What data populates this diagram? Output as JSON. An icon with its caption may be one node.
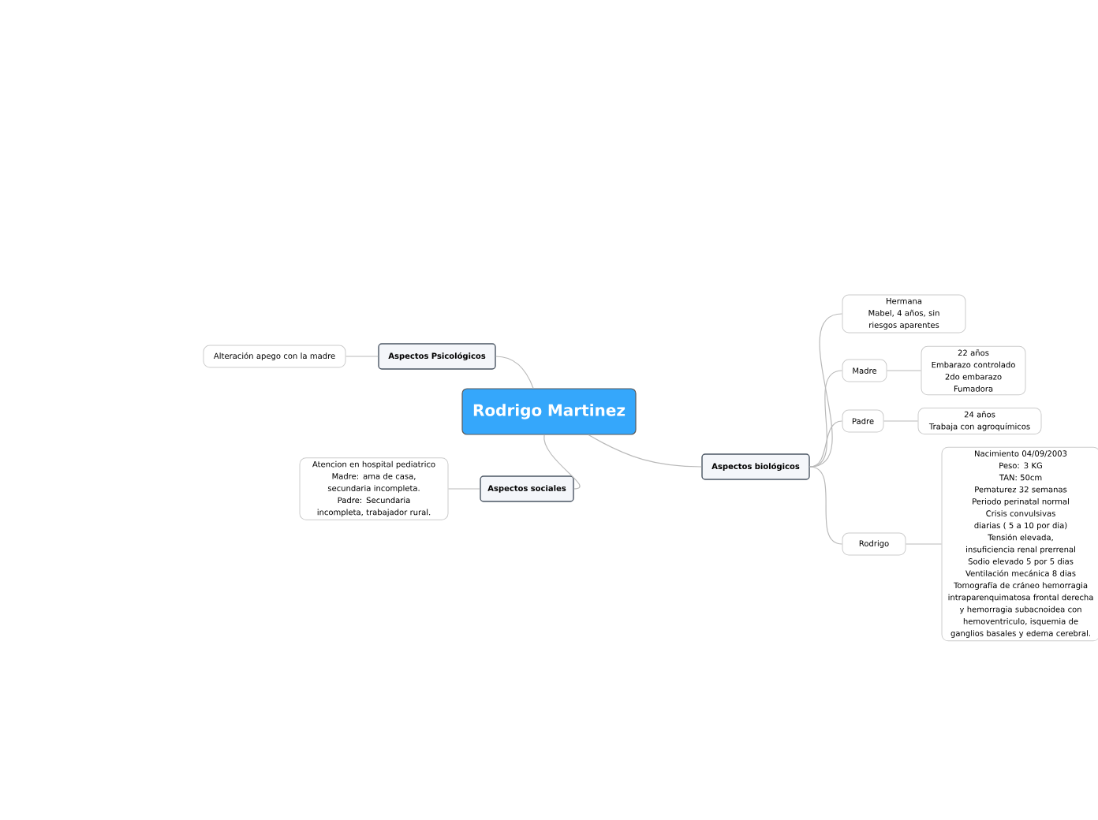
{
  "diagram": {
    "nodes": [
      {
        "text": [
          "Rodrigo Martinez"
        ]
      },
      {
        "text": [
          "Aspectos Psicológicos"
        ]
      },
      {
        "text": [
          "Alteración apego con la madre"
        ]
      },
      {
        "text": [
          "Aspectos sociales"
        ]
      },
      {
        "text": [
          "Atencion en hospital pediatrico",
          "Madre: ama de casa, secundaria incompleta.",
          "Padre: Secundaria incompleta, trabajador rural."
        ]
      },
      {
        "text": [
          "Aspectos biológicos"
        ]
      },
      {
        "text": [
          "Hermana",
          "Mabel, 4 años, sin riesgos aparentes"
        ]
      },
      {
        "text": [
          "Madre"
        ]
      },
      {
        "text": [
          "22 años",
          "Embarazo controlado",
          "2do embarazo",
          "Fumadora"
        ]
      },
      {
        "text": [
          "Padre"
        ]
      },
      {
        "text": [
          "24 años",
          "Trabaja con agroquímicos"
        ]
      },
      {
        "text": [
          "Rodrigo"
        ]
      },
      {
        "text": [
          "Nacimiento 04/09/2003",
          "Peso: 3 KG",
          "TAN: 50cm",
          "Pematurez 32 semanas",
          "Periodo perinatal normal",
          "Crisis convulsivas diarias ( 5 a 10 por dia)",
          "Tensión elevada, insuficiencia renal prerrenal",
          "Sodio elevado 5 por 5 dias",
          "Ventilación mecánica 8 dias",
          "Tomografía de cráneo hemorragia intraparenquimatosa frontal derecha y hemorragia subacnoidea con hemoventriculo, isquemia de ganglios basales y edema cerebral."
        ]
      }
    ],
    "edges": [
      {
        "from": 0,
        "to": 1,
        "arrow": "none"
      },
      {
        "from": 0,
        "to": 3,
        "arrow": "none"
      },
      {
        "from": 0,
        "to": 5,
        "arrow": "none"
      },
      {
        "from": 1,
        "to": 2,
        "arrow": "none"
      },
      {
        "from": 3,
        "to": 4,
        "arrow": "none"
      },
      {
        "from": 5,
        "to": 6,
        "arrow": "none"
      },
      {
        "from": 5,
        "to": 7,
        "arrow": "none"
      },
      {
        "from": 5,
        "to": 9,
        "arrow": "none"
      },
      {
        "from": 5,
        "to": 11,
        "arrow": "none"
      },
      {
        "from": 7,
        "to": 8,
        "arrow": "none"
      },
      {
        "from": 9,
        "to": 10,
        "arrow": "none"
      },
      {
        "from": 11,
        "to": 12,
        "arrow": "none"
      }
    ]
  }
}
